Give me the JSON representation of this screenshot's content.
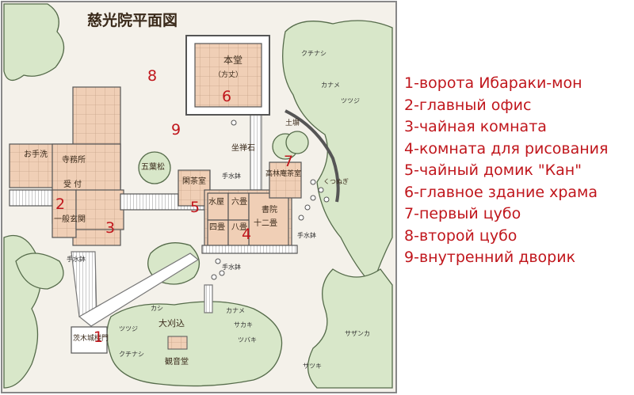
{
  "map": {
    "title": "慈光院平面図",
    "palette": {
      "hedge": "#d8e7c9",
      "hedge_line": "#556b4a",
      "room": "#f0cfb6",
      "frame": "#888888",
      "ground": "#f4f1ea",
      "legend": "#c0161c"
    },
    "rooms": {
      "hondo": "本堂",
      "hondo_sub": "（方丈）",
      "zazen_stone": "坐禅石",
      "goyomatsu": "五葉松",
      "temizu": "お手洗",
      "jimusho": "寺務所",
      "uketsuke": "受 付",
      "ippan_genkan": "一般玄関",
      "mizuya": "水屋",
      "kancha": "閑茶室",
      "roku": "六畳",
      "hachi": "八畳",
      "yon": "四畳",
      "shoin": "書院",
      "juni": "十二畳",
      "korinan": "高林庵茶室",
      "okariko": "大刈込",
      "kannondo": "観音堂",
      "ibaraki_mon": "茨木城楼門",
      "dobei": "土塀",
      "kutsunugi": "くつぬぎ"
    },
    "plants": {
      "kuchinashi": "クチナシ",
      "kaname": "カナメ",
      "tsutsuji": "ツツジ",
      "kashi": "カシ",
      "sazanka": "サザンカ",
      "sakaki": "サカキ",
      "tsubaki": "ツバキ",
      "satsuki": "サツキ"
    },
    "basins": {
      "chozubachi": "手水鉢"
    },
    "markers": [
      "1",
      "2",
      "3",
      "4",
      "5",
      "6",
      "7",
      "8",
      "9"
    ]
  },
  "legend": [
    "1-ворота Ибараки-мон",
    "2-главный офис",
    "3-чайная комната",
    "4-комната для рисования",
    "5-чайный домик \"Кан\"",
    "6-главное здание храма",
    "7-первый цубо",
    "8-второй цубо",
    "9-внутренний дворик"
  ]
}
